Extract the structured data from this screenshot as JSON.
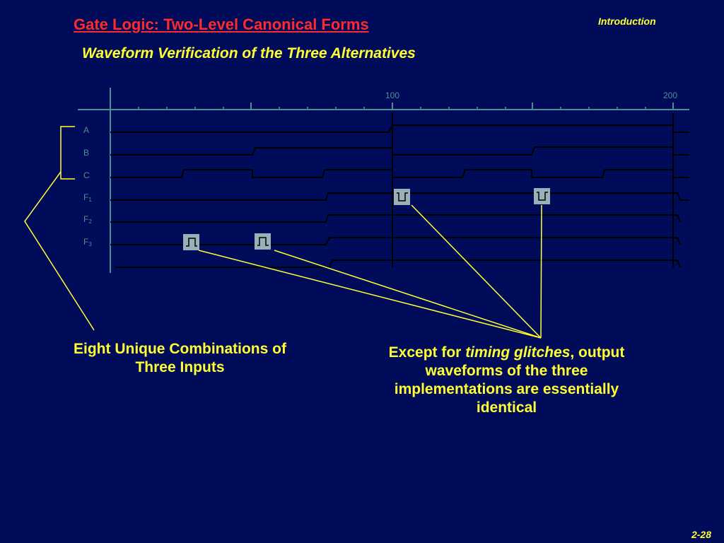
{
  "header": {
    "title": "Gate Logic: Two-Level Canonical Forms",
    "section": "Introduction",
    "subtitle": "Waveform Verification of the Three Alternatives"
  },
  "timeline": {
    "tick_100": "100",
    "tick_200": "200"
  },
  "signals": [
    {
      "label": "A",
      "sub": ""
    },
    {
      "label": "B",
      "sub": ""
    },
    {
      "label": "C",
      "sub": ""
    },
    {
      "label": "F",
      "sub": "1"
    },
    {
      "label": "F",
      "sub": "2"
    },
    {
      "label": "F",
      "sub": "3"
    }
  ],
  "captions": {
    "left": "Eight Unique Combinations of Three Inputs",
    "right_pre": "Except for ",
    "right_em": "timing glitches",
    "right_post": ", output waveforms of the three implementations are essentially identical"
  },
  "footer": {
    "page": "2-28"
  },
  "colors": {
    "background": "#000c5a",
    "title": "#ff2a2a",
    "text": "#ffff33",
    "axis": "#4f8f8f",
    "glitch_box": "#9ab0b8"
  }
}
